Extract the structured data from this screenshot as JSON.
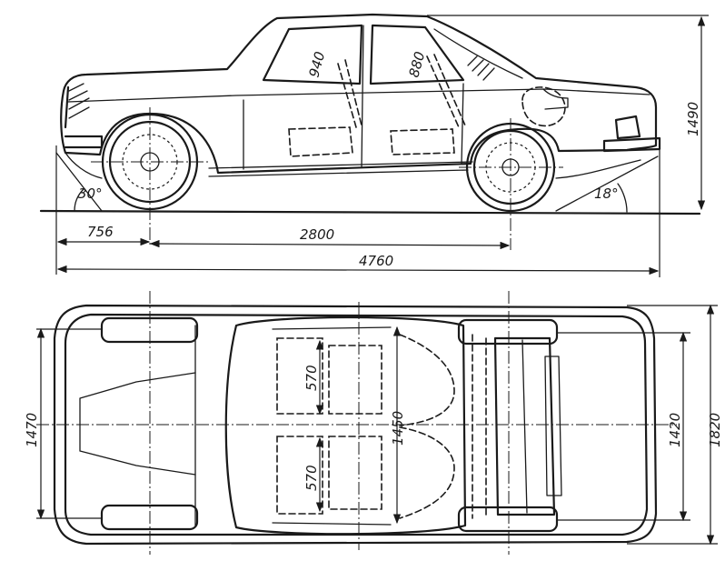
{
  "side_view": {
    "seat_front_height": "940",
    "seat_rear_height": "880",
    "overall_height": "1490",
    "approach_angle": "30°",
    "departure_angle": "18°",
    "front_overhang": "756",
    "wheelbase": "2800",
    "overall_length": "4760"
  },
  "top_view": {
    "front_track": "1470",
    "interior_width": "1450",
    "rear_track": "1420",
    "overall_width": "1820",
    "front_seat_width": "570",
    "rear_seat_width": "570"
  },
  "colors": {
    "ink": "#1a1a1a",
    "paper": "#ffffff"
  }
}
